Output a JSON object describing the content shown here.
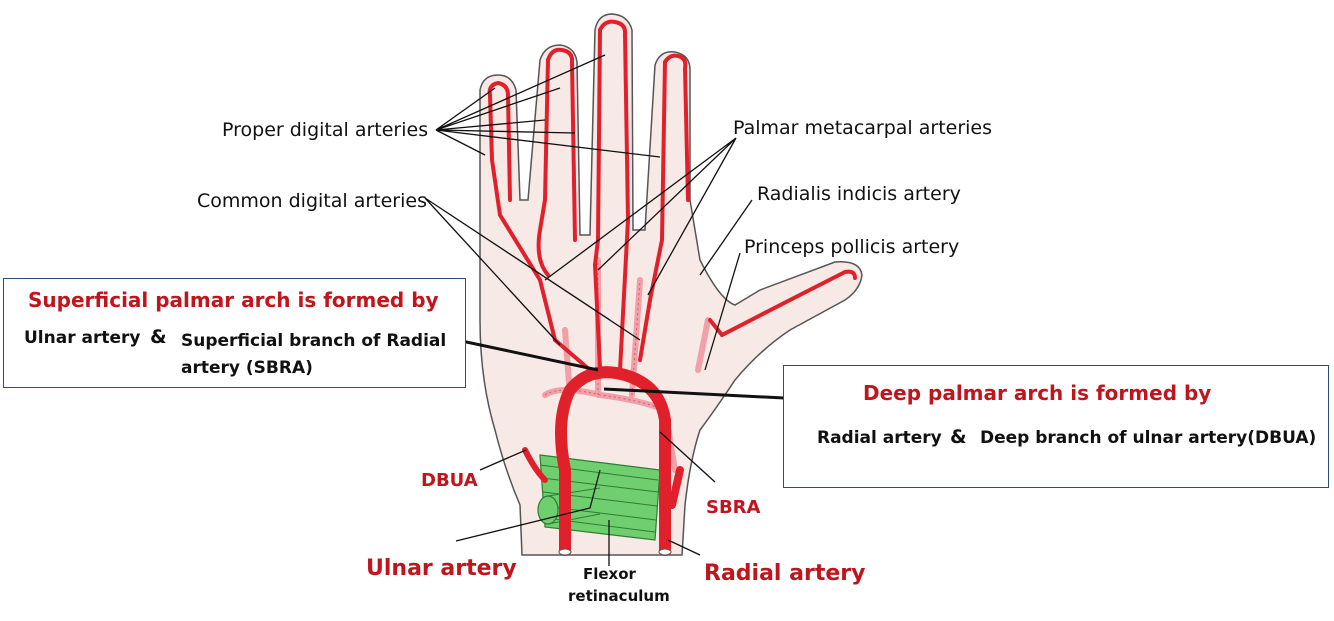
{
  "labels": {
    "proper_digital": "Proper digital arteries",
    "palmar_metacarpal": "Palmar metacarpal arteries",
    "common_digital": "Common digital arteries",
    "radialis_indicis": "Radialis indicis artery",
    "princeps_pollicis": "Princeps pollicis artery",
    "dbua": "DBUA",
    "sbra": "SBRA",
    "ulnar_artery": "Ulnar artery",
    "radial_artery": "Radial artery",
    "flexor_line1": "Flexor",
    "flexor_line2": "retinaculum"
  },
  "superficial_box": {
    "title": "Superficial palmar arch is formed by",
    "part1": "Ulnar artery",
    "amp": "&",
    "part2_line1": "Superficial branch of Radial",
    "part2_line2": "artery (SBRA)"
  },
  "deep_box": {
    "title": "Deep palmar arch is formed by",
    "part1": "Radial artery",
    "amp": "&",
    "part2": "Deep branch of ulnar artery(DBUA)"
  },
  "colors": {
    "artery": "#e0202a",
    "deep_artery": "#f0a0a6",
    "skin": "#f7e9e6",
    "retinaculum": "#6fcf6f",
    "label_red": "#c0151d",
    "box_border": "#2a4d7a"
  }
}
